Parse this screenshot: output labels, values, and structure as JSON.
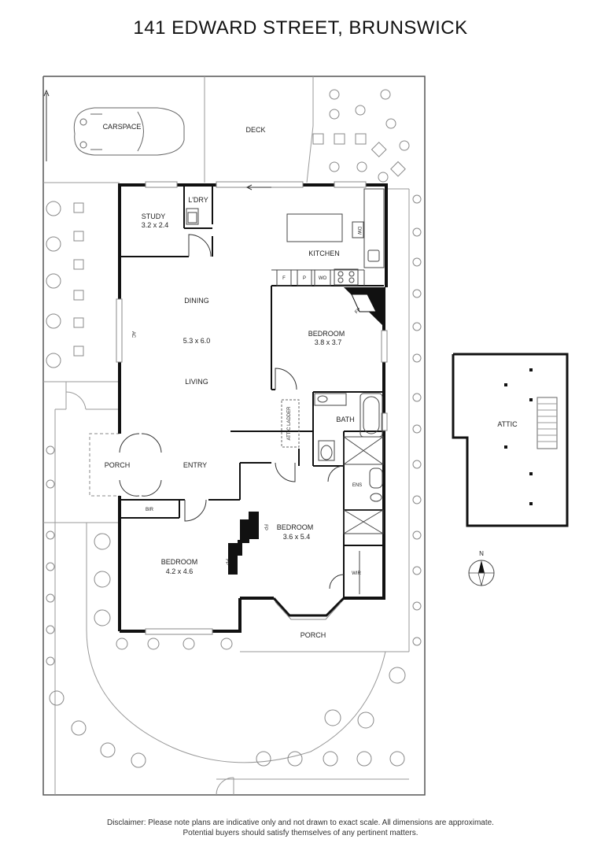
{
  "title": "141 EDWARD STREET, BRUNSWICK",
  "rooms": {
    "carspace": "CARSPACE",
    "deck": "DECK",
    "study": "STUDY",
    "study_dim": "3.2 x 2.4",
    "laundry": "L'DRY",
    "kitchen": "KITCHEN",
    "dining": "DINING",
    "living_dim": "5.3 x 6.0",
    "living": "LIVING",
    "bedroom1": "BEDROOM",
    "bedroom1_dim": "3.8 x 3.7",
    "attic_ladder": "ATTIC LADDER",
    "bath": "BATH",
    "porch_side": "PORCH",
    "entry": "ENTRY",
    "ens": "ENS",
    "bir": "BIR",
    "bedroom2": "BEDROOM",
    "bedroom2_dim": "3.6 x 5.4",
    "wir": "WIR",
    "bedroom3": "BEDROOM",
    "bedroom3_dim": "4.2 x 4.6",
    "porch_front": "PORCH",
    "attic": "ATTIC"
  },
  "fixtures": {
    "dw": "DW",
    "fridge": "F",
    "pantry": "P",
    "wo": "WO",
    "fp": "FP",
    "ac": "AC"
  },
  "compass": "N",
  "disclaimer": {
    "line1": "Disclaimer: Please note plans are indicative only and not drawn to exact scale. All dimensions are approximate.",
    "line2": "Potential buyers should satisfy themselves of any pertinent matters."
  }
}
